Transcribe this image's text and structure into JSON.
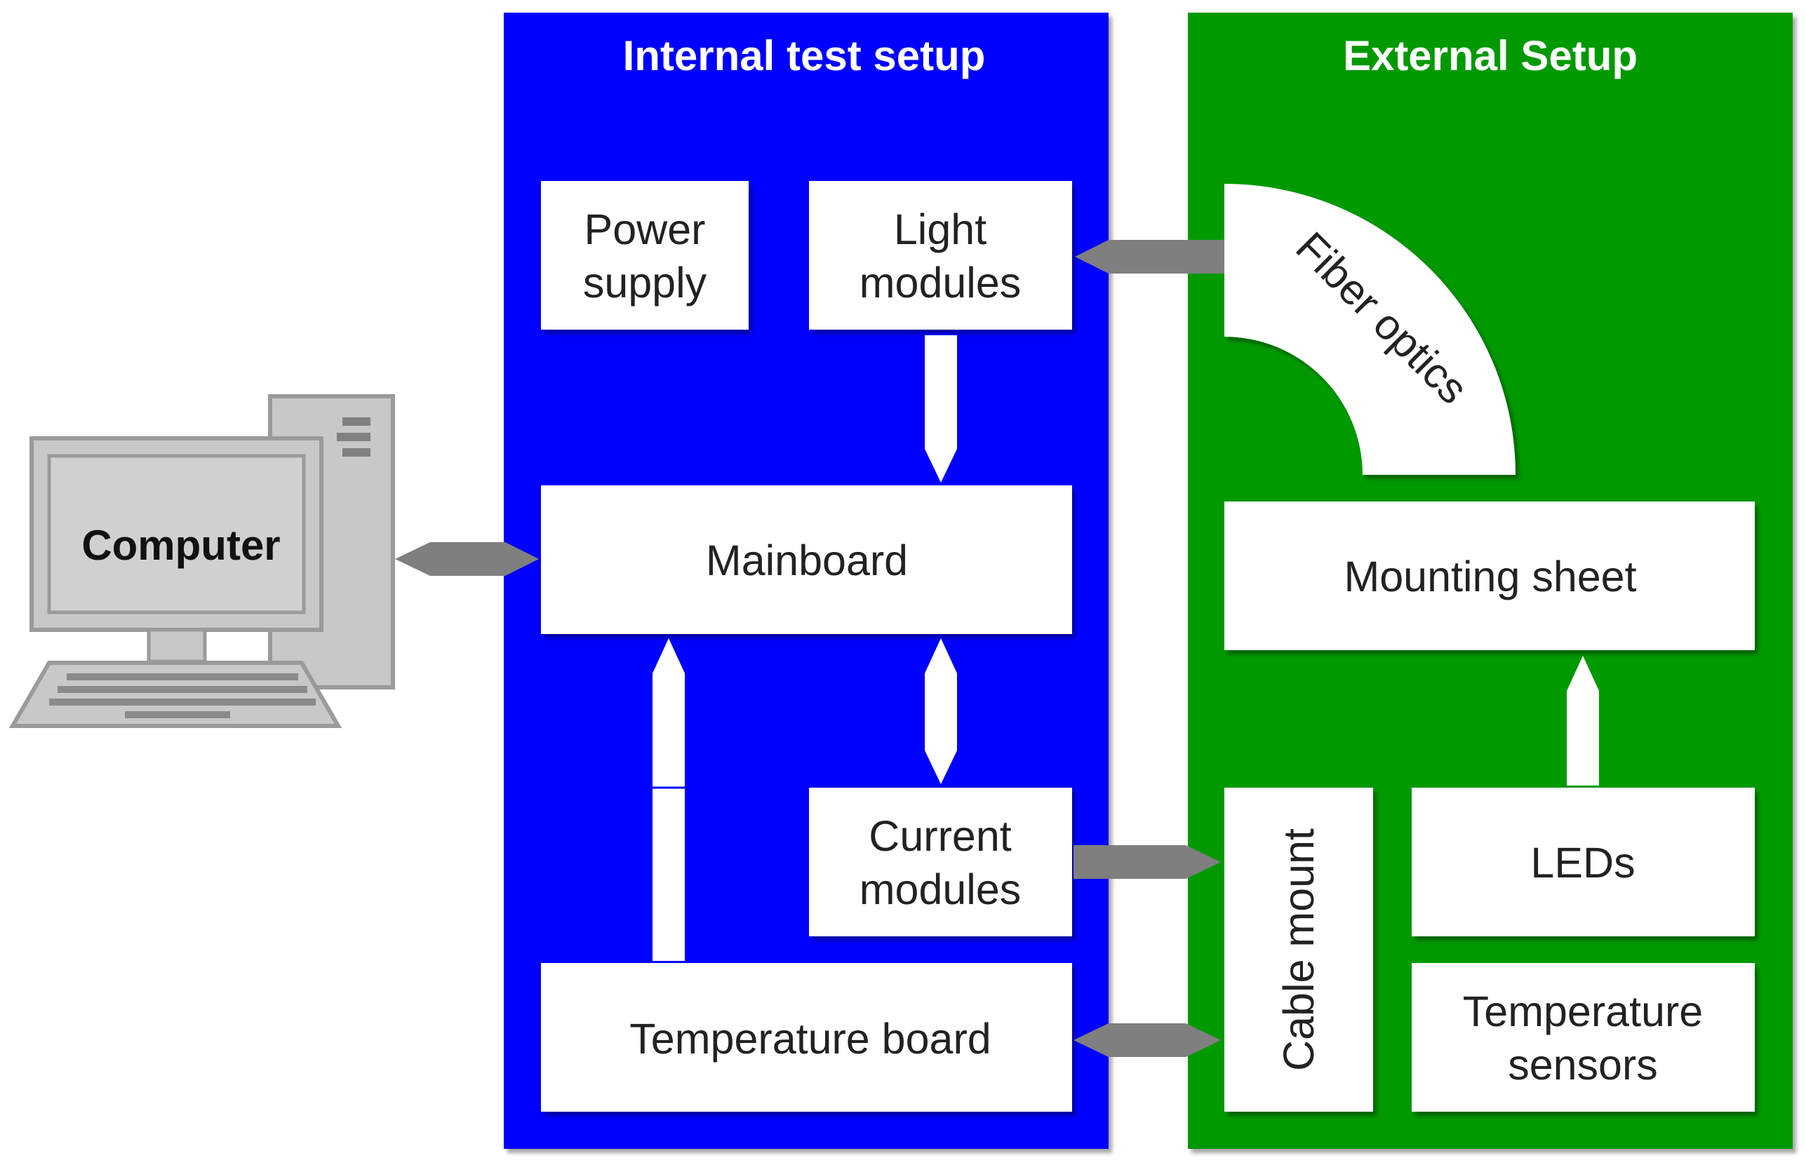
{
  "internal": {
    "title": "Internal test setup",
    "power_supply": [
      "Power",
      "supply"
    ],
    "light_modules": [
      "Light",
      "modules"
    ],
    "mainboard": "Mainboard",
    "current_modules": [
      "Current",
      "modules"
    ],
    "temperature_board": "Temperature board"
  },
  "external": {
    "title": "External Setup",
    "fiber_optics": "Fiber optics",
    "mounting_sheet": "Mounting sheet",
    "cable_mount": "Cable mount",
    "leds": "LEDs",
    "temperature_sensors": [
      "Temperature",
      "sensors"
    ]
  },
  "computer": {
    "label": "Computer"
  },
  "colors": {
    "internal_bg": "#0000ff",
    "external_bg": "#009900",
    "box_fill": "#ffffff",
    "arrow_gray": "#7f7f7f",
    "computer_gray": "#c8c8c8"
  }
}
